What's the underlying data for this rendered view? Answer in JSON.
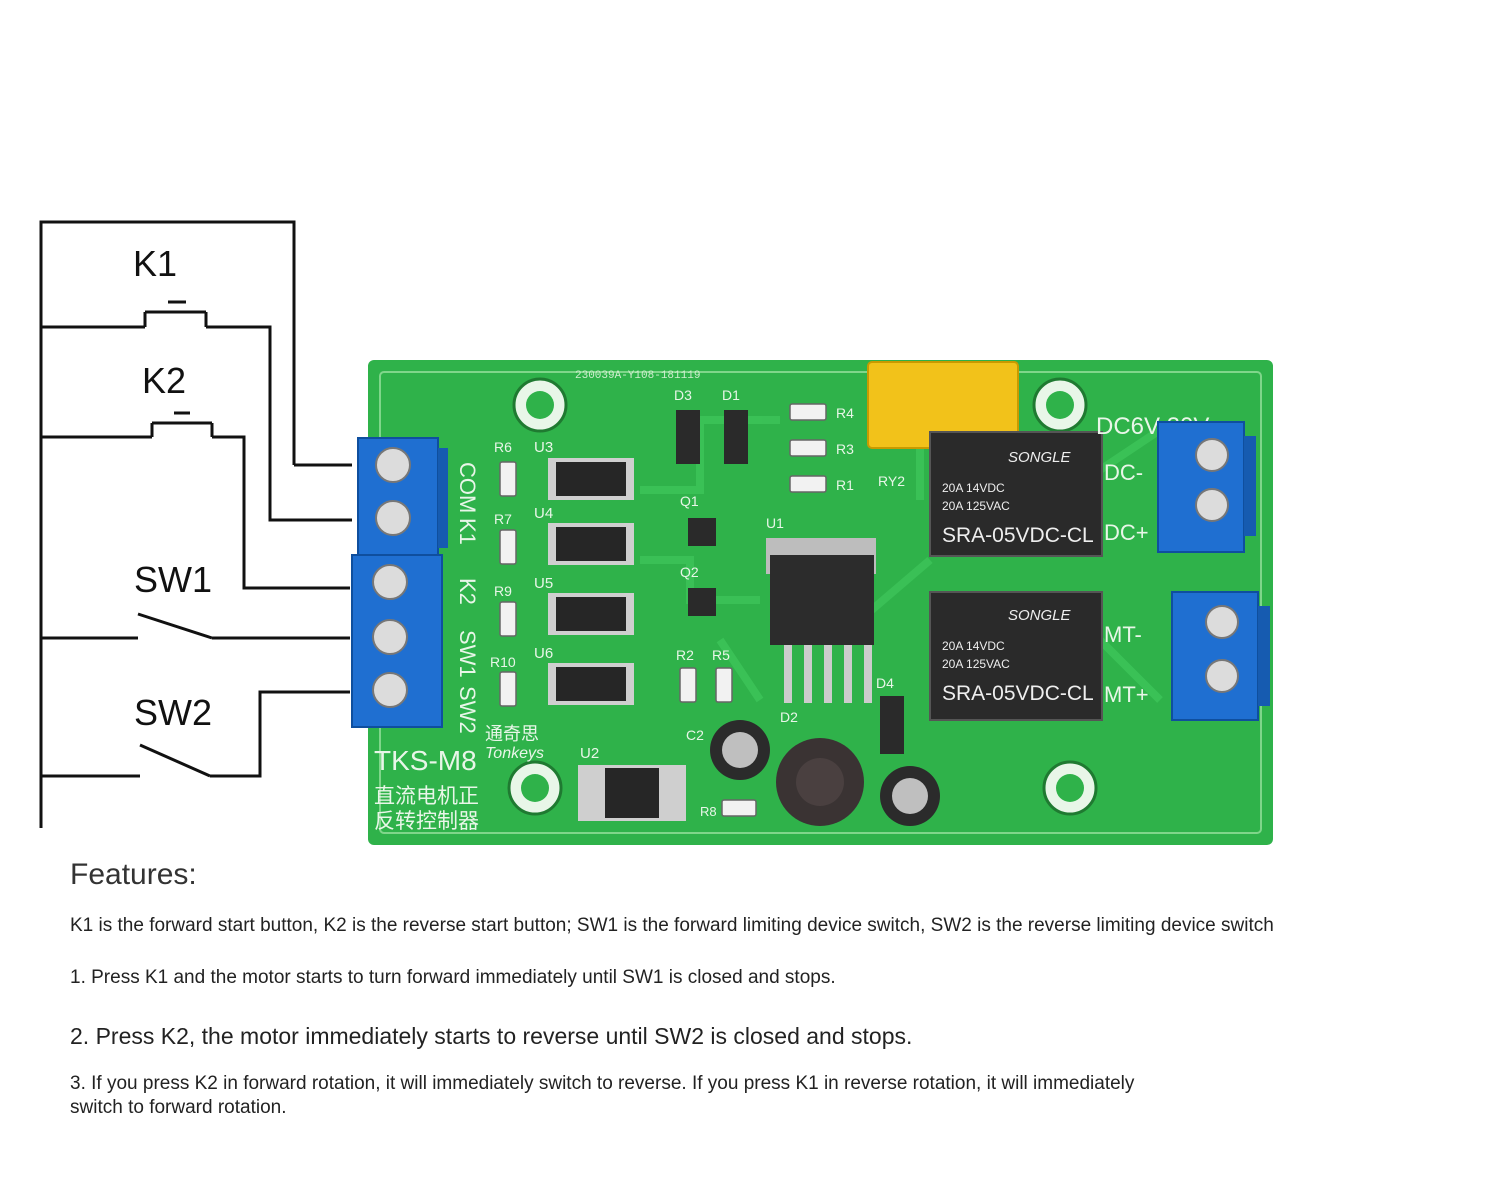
{
  "wiring": {
    "labels": {
      "k1": "K1",
      "k2": "K2",
      "sw1": "SW1",
      "sw2": "SW2"
    }
  },
  "board": {
    "serial": "230039A-Y108-181119",
    "input_labels": {
      "com": "COM",
      "k1": "K1",
      "k2": "K2",
      "sw1": "SW1",
      "sw2": "SW2"
    },
    "power_label": "DC6V-30V",
    "output_labels": {
      "dc_minus": "DC-",
      "dc_plus": "DC+",
      "mt_minus": "MT-",
      "mt_plus": "MT+"
    },
    "model": "TKS-M8",
    "brand_cn": "通奇思",
    "brand": "Tonkeys",
    "desc_line1": "直流电机正",
    "desc_line2": "反转控制器",
    "designators": {
      "r6": "R6",
      "r7": "R7",
      "r9": "R9",
      "r10": "R10",
      "u3": "U3",
      "u4": "U4",
      "u5": "U5",
      "u6": "U6",
      "d3": "D3",
      "d1": "D1",
      "q1": "Q1",
      "q2": "Q2",
      "r4": "R4",
      "r3": "R3",
      "r1": "R1",
      "u1": "U1",
      "ry2": "RY2",
      "r2": "R2",
      "r5": "R5",
      "d4": "D4",
      "d2": "D2",
      "c2": "C2",
      "u2": "U2",
      "r8": "R8"
    },
    "relay": {
      "brand": "SONGLE",
      "rating1": "20A 14VDC",
      "rating2": "20A 125VAC",
      "model": "SRA-05VDC-CL"
    }
  },
  "features": {
    "heading": "Features:",
    "intro": "K1 is the forward start button, K2 is the reverse start button; SW1 is the forward limiting device switch, SW2 is the reverse limiting device switch",
    "items": [
      "1. Press K1 and the motor starts to turn forward immediately until SW1 is closed and stops.",
      "2. Press K2, the motor immediately starts to reverse until SW2 is closed and stops.",
      "3. If you press K2 in forward rotation, it will immediately switch to reverse. If you press K1 in reverse rotation, it will immediately switch to forward rotation."
    ]
  }
}
